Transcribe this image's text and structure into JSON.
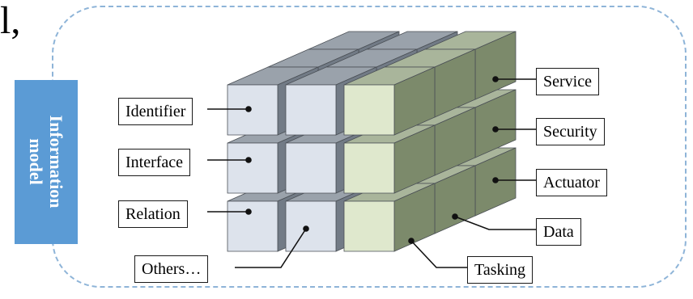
{
  "partial_title": "l,",
  "info_model": {
    "line1": "Information",
    "line2": "model"
  },
  "labels": {
    "identifier": "Identifier",
    "interface": "Interface",
    "relation": "Relation",
    "others": "Others…",
    "service": "Service",
    "security": "Security",
    "actuator": "Actuator",
    "data": "Data",
    "tasking": "Tasking"
  },
  "colors": {
    "frame_dashed": "#8eb4d8",
    "info_bar": "#5b9bd5",
    "cube_blue_top": "#9aa2ab",
    "cube_blue_front": "#dde3ec",
    "cube_green_top": "#a9b59b",
    "cube_green_front": "#dfe8cd"
  }
}
